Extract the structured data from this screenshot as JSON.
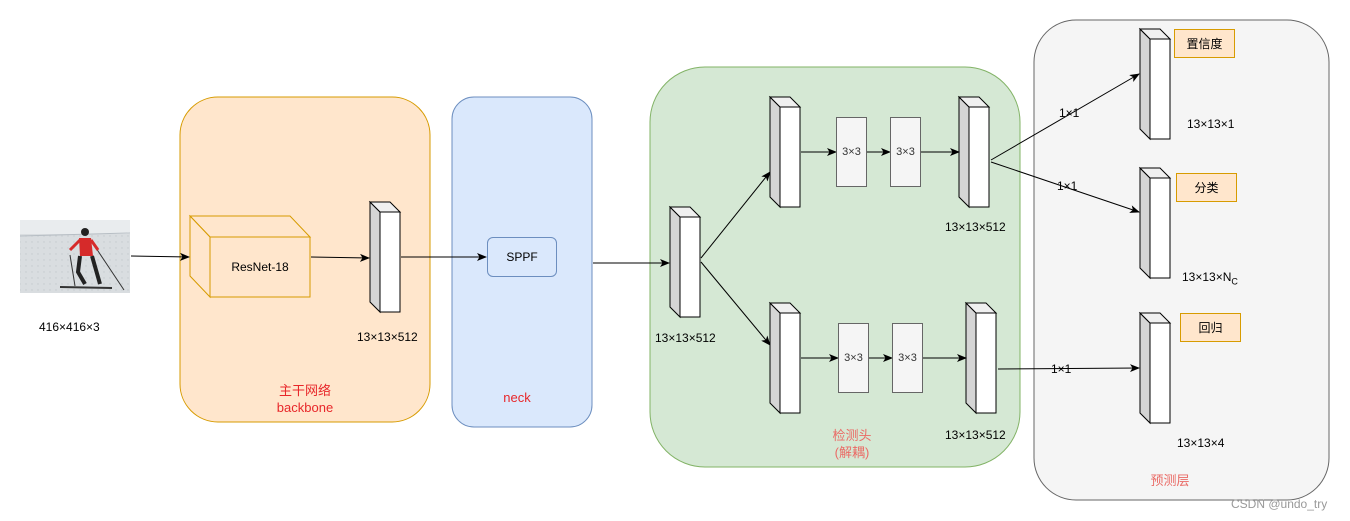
{
  "input": {
    "size": "416×416×3",
    "image": "skier-photo"
  },
  "backbone": {
    "model": "ResNet-18",
    "output": "13×13×512",
    "title_cn": "主干网络",
    "title_en": "backbone",
    "fill": "#ffe6cc",
    "stroke": "#d79b00"
  },
  "neck": {
    "module": "SPPF",
    "title": "neck",
    "fill": "#dae8fc",
    "stroke": "#6c8ebf"
  },
  "head": {
    "input": "13×13×512",
    "conv_upper": [
      "3×3",
      "3×3"
    ],
    "conv_lower": [
      "3×3",
      "3×3"
    ],
    "out_upper": "13×13×512",
    "out_lower": "13×13×512",
    "title": "检测头",
    "subtitle": "(解耦)",
    "fill": "#d5e8d4",
    "stroke": "#82b366"
  },
  "prediction": {
    "title": "预测层",
    "fill": "#f5f5f5",
    "stroke": "#666666",
    "conf": {
      "label": "置信度",
      "edge": "1×1",
      "output": "13×13×1"
    },
    "cls": {
      "label": "分类",
      "edge": "1×1",
      "output_base": "13×13×N",
      "output_sub": "C"
    },
    "reg": {
      "label": "回归",
      "edge": "1×1",
      "output": "13×13×4"
    }
  },
  "watermark": "CSDN @undo_try",
  "colors": {
    "title_red": "#e8272a",
    "title_salmon": "#ea6b66",
    "tag_fill": "#ffe6cc",
    "tag_stroke": "#d79b00"
  }
}
